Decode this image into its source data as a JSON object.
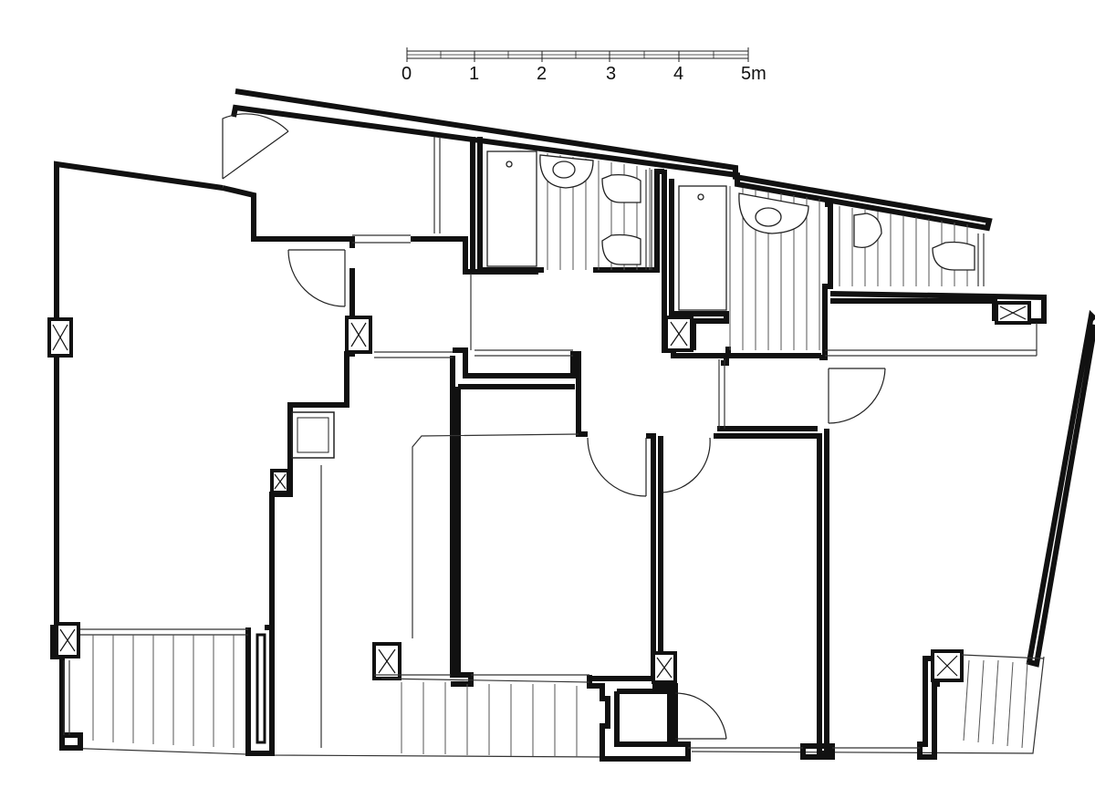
{
  "scale_bar": {
    "labels": [
      "0",
      "1",
      "2",
      "3",
      "4",
      "5m"
    ]
  }
}
